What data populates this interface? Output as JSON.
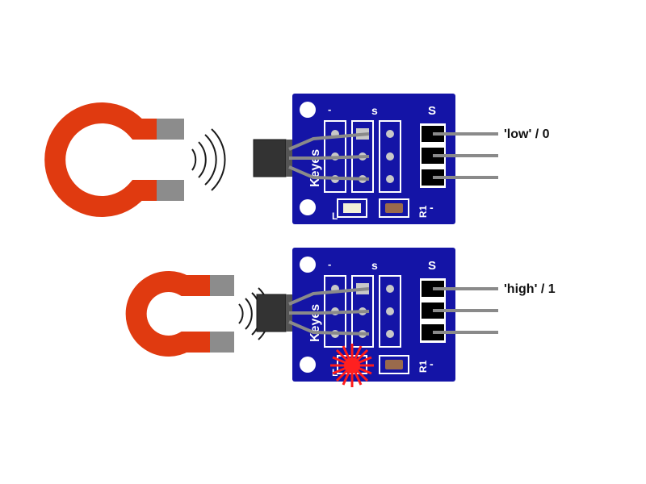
{
  "colors": {
    "pcb": "#1414a6",
    "pcb_pad": "#c8c8c8",
    "magnet_red": "#e03a10",
    "magnet_tip": "#8c8c8c",
    "sensor_body": "#333333",
    "lead": "#8a8a8a",
    "header": "#000000",
    "resistor": "#9a6a4c",
    "led_on": "#ff2020",
    "label": "#111111"
  },
  "icons": [
    "horseshoe-magnet-icon",
    "field-wave-icon",
    "hall-sensor-icon",
    "led-light-burst-icon"
  ],
  "modules": [
    {
      "brand": "Keyes",
      "minus_label": "-",
      "s_label": "s",
      "header_s_label": "S",
      "header_minus_label": "-",
      "led_label": "L",
      "resistor_label": "R1",
      "output_label": "'low' / 0",
      "led_lit": false
    },
    {
      "brand": "Keyes",
      "minus_label": "-",
      "s_label": "s",
      "header_s_label": "S",
      "header_minus_label": "-",
      "led_label": "L",
      "resistor_label": "R1",
      "output_label": "'high' / 1",
      "led_lit": true
    }
  ]
}
